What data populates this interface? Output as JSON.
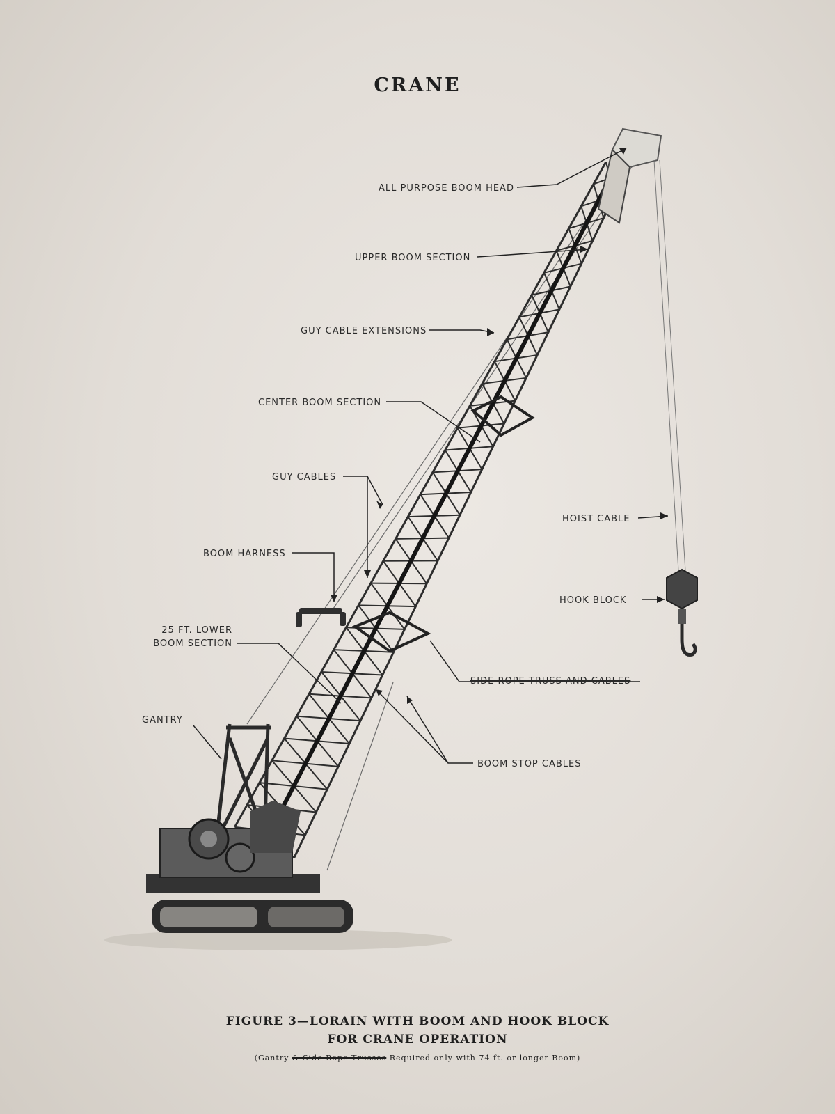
{
  "title": "CRANE",
  "labels": {
    "boom_head": "ALL PURPOSE BOOM HEAD",
    "upper_boom": "UPPER BOOM SECTION",
    "guy_ext": "GUY CABLE EXTENSIONS",
    "center_boom": "CENTER BOOM SECTION",
    "guy_cables": "GUY CABLES",
    "hoist_cable": "HOIST CABLE",
    "boom_harness": "BOOM HARNESS",
    "hook_block": "HOOK BLOCK",
    "lower_boom_1": "25 FT. LOWER",
    "lower_boom_2": "BOOM SECTION",
    "side_rope": "SIDE ROPE TRUSS AND CABLES",
    "gantry": "GANTRY",
    "boom_stop": "BOOM STOP CABLES"
  },
  "caption": {
    "line1": "FIGURE 3—LORAIN WITH BOOM AND HOOK BLOCK",
    "line2": "FOR CRANE OPERATION",
    "line3_a": "(Gantry ",
    "line3_struck": "& Side Rope Trusses",
    "line3_b": " Required only with 74 ft. or longer Boom)"
  }
}
